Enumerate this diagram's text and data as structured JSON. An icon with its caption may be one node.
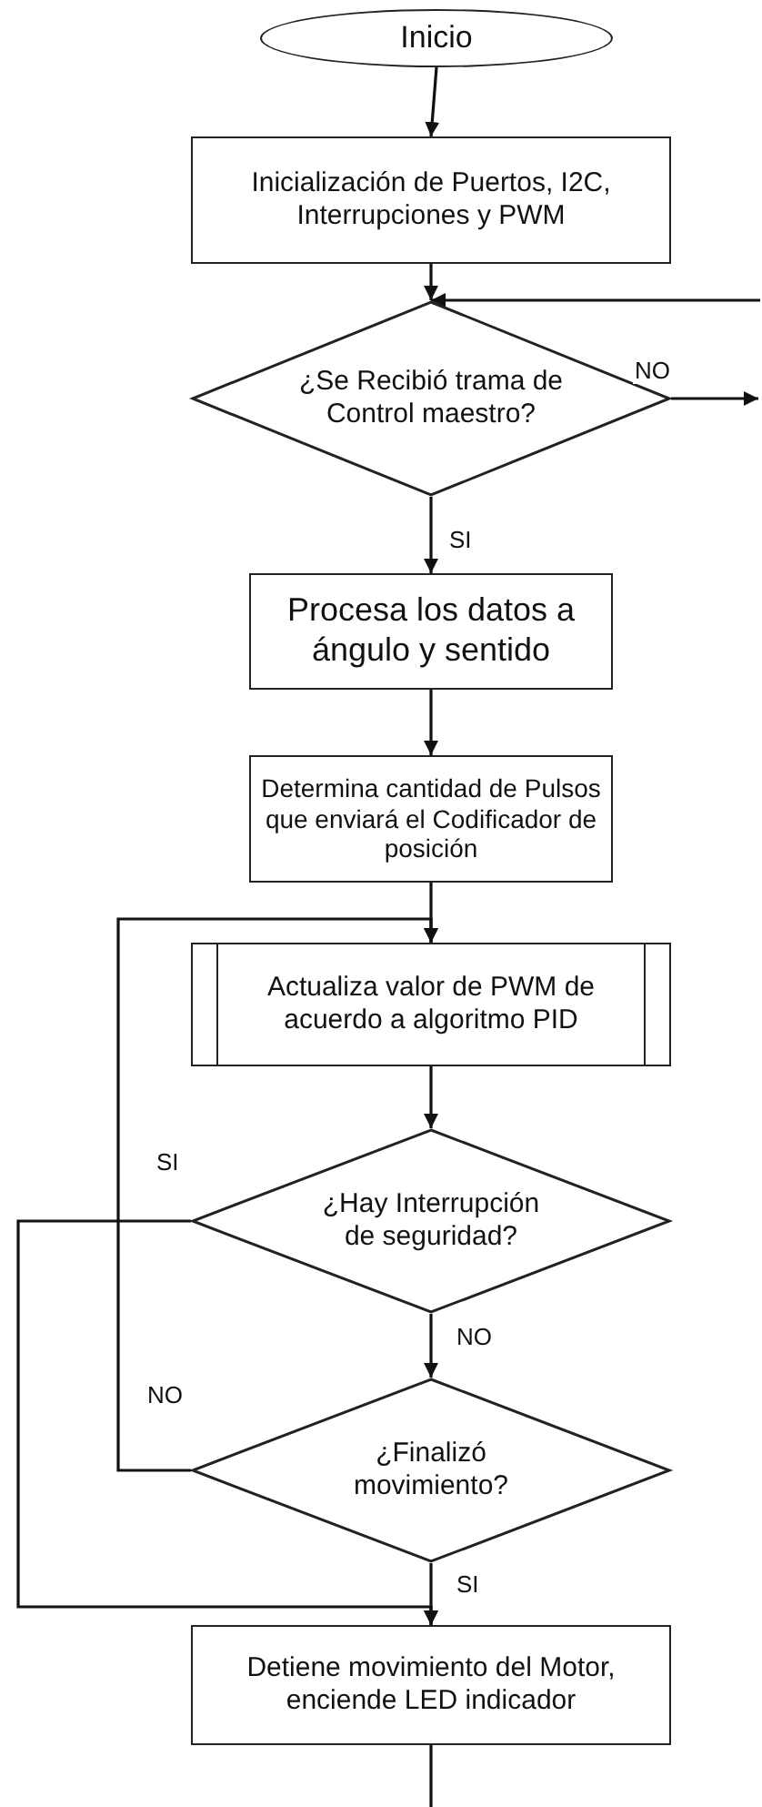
{
  "diagram": {
    "nodes": [
      {
        "text": [
          "Inicio"
        ]
      },
      {
        "text": [
          "Inicialización de Puertos, I2C, Interrupciones y PWM"
        ]
      },
      {
        "text": [
          "¿Se Recibió trama de Control maestro?"
        ]
      },
      {
        "text": [
          "Procesa los datos a ángulo y sentido"
        ]
      },
      {
        "text": [
          "Determina cantidad de Pulsos que enviará el Codificador de posición"
        ]
      },
      {
        "text": [
          "Actualiza valor de PWM de acuerdo a algoritmo PID"
        ]
      },
      {
        "text": [
          "¿Hay Interrupción de seguridad?"
        ]
      },
      {
        "text": [
          "¿Finalizó movimiento?"
        ]
      },
      {
        "text": [
          "Detiene movimiento del Motor, enciende LED indicador"
        ]
      }
    ],
    "edges": [
      {
        "from": 0,
        "to": 1,
        "arrow": "to"
      },
      {
        "from": 1,
        "to": 2,
        "arrow": "to"
      },
      {
        "from": null,
        "to": 2,
        "arrow": "to"
      },
      {
        "from": 2,
        "to": null,
        "arrow": "to",
        "label": "NO"
      },
      {
        "from": 2,
        "to": 3,
        "arrow": "to",
        "label": "SI"
      },
      {
        "from": 3,
        "to": 4,
        "arrow": "to"
      },
      {
        "from": 4,
        "to": 5,
        "arrow": "to"
      },
      {
        "from": 7,
        "to": 5,
        "arrow": "to",
        "label": "NO"
      },
      {
        "from": 5,
        "to": 6,
        "arrow": "to"
      },
      {
        "from": 6,
        "to": 7,
        "arrow": "to",
        "label": "NO"
      },
      {
        "from": 6,
        "to": 8,
        "arrow": "to",
        "label": "SI"
      },
      {
        "from": 7,
        "to": 8,
        "arrow": "to",
        "label": "SI"
      },
      {
        "from": 8,
        "to": null,
        "arrow": "none"
      }
    ]
  }
}
